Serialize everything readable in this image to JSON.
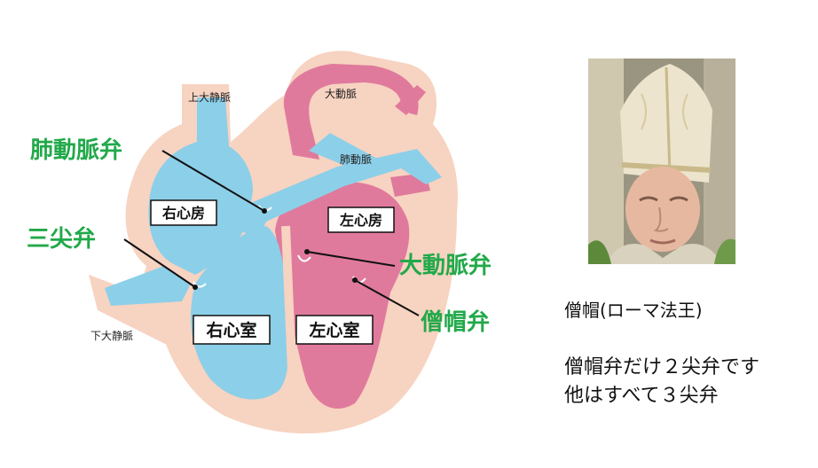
{
  "colors": {
    "outline": "#f7d3c1",
    "blood_right": "#8ccfe8",
    "blood_left": "#e07a9c",
    "label_green": "#22a94a"
  },
  "diagram": {
    "vessels": {
      "superior_vena_cava": "上大静脈",
      "aorta": "大動脈",
      "pulmonary_artery": "肺動脈",
      "inferior_vena_cava": "下大静脈"
    },
    "chambers": {
      "right_atrium": "右心房",
      "left_atrium": "左心房",
      "right_ventricle": "右心室",
      "left_ventricle": "左心室"
    },
    "valves": {
      "pulmonary": "肺動脈弁",
      "tricuspid": "三尖弁",
      "aortic": "大動脈弁",
      "mitral": "僧帽弁"
    }
  },
  "photo": {
    "icon": "pope-mitre-photo",
    "caption": "僧帽(ローマ法王)"
  },
  "notes": {
    "line1": "僧帽弁だけ２尖弁です",
    "line2": "他はすべて３尖弁"
  }
}
